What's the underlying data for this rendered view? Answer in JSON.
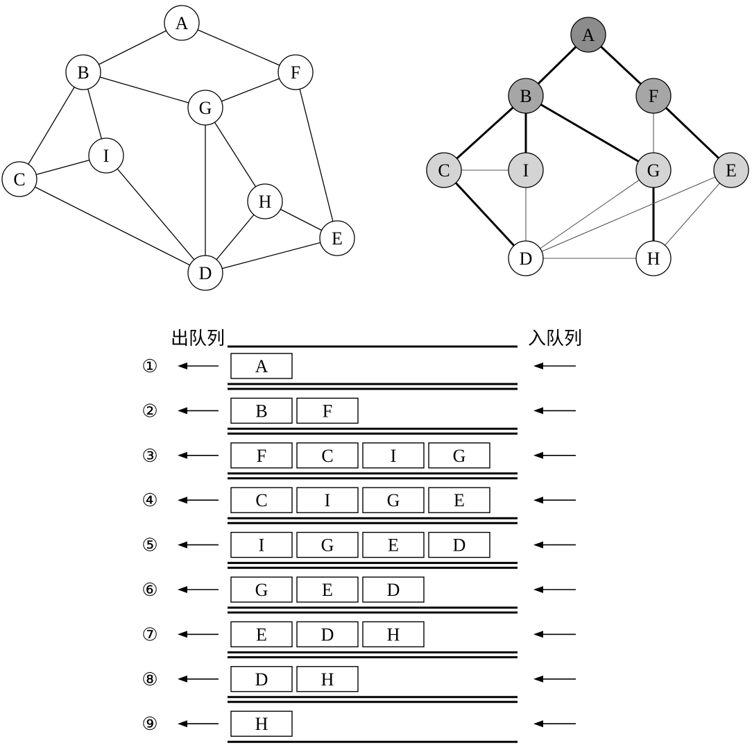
{
  "left_graph": {
    "nodes": [
      "A",
      "B",
      "F",
      "G",
      "I",
      "C",
      "H",
      "E",
      "D"
    ],
    "edges": [
      [
        "A",
        "B"
      ],
      [
        "A",
        "F"
      ],
      [
        "B",
        "G"
      ],
      [
        "F",
        "G"
      ],
      [
        "B",
        "I"
      ],
      [
        "B",
        "C"
      ],
      [
        "C",
        "I"
      ],
      [
        "C",
        "D"
      ],
      [
        "I",
        "D"
      ],
      [
        "G",
        "D"
      ],
      [
        "G",
        "H"
      ],
      [
        "H",
        "D"
      ],
      [
        "H",
        "E"
      ],
      [
        "F",
        "E"
      ],
      [
        "D",
        "E"
      ]
    ]
  },
  "right_graph": {
    "nodes": [
      "A",
      "B",
      "F",
      "C",
      "I",
      "G",
      "E",
      "D",
      "H"
    ],
    "node_colors": {
      "A": "#8c8c8c",
      "B": "#a6a6a6",
      "F": "#a6a6a6",
      "C": "#d4d4d4",
      "I": "#d4d4d4",
      "G": "#d4d4d4",
      "E": "#d4d4d4",
      "D": "#ffffff",
      "H": "#ffffff"
    },
    "edges": [
      {
        "from": "A",
        "to": "B",
        "tree": true
      },
      {
        "from": "A",
        "to": "F",
        "tree": true
      },
      {
        "from": "B",
        "to": "C",
        "tree": true
      },
      {
        "from": "B",
        "to": "I",
        "tree": true
      },
      {
        "from": "B",
        "to": "G",
        "tree": true
      },
      {
        "from": "F",
        "to": "E",
        "tree": true
      },
      {
        "from": "F",
        "to": "G",
        "tree": false
      },
      {
        "from": "C",
        "to": "I",
        "tree": false
      },
      {
        "from": "C",
        "to": "D",
        "tree": true
      },
      {
        "from": "I",
        "to": "D",
        "tree": false
      },
      {
        "from": "G",
        "to": "H",
        "tree": true
      },
      {
        "from": "G",
        "to": "D",
        "tree": false
      },
      {
        "from": "E",
        "to": "D",
        "tree": false
      },
      {
        "from": "E",
        "to": "H",
        "tree": false
      },
      {
        "from": "D",
        "to": "H",
        "tree": false
      }
    ]
  },
  "queue": {
    "dequeue_label": "出队列",
    "enqueue_label": "入队列",
    "steps": [
      {
        "marker": "①",
        "items": [
          "A"
        ]
      },
      {
        "marker": "②",
        "items": [
          "B",
          "F"
        ]
      },
      {
        "marker": "③",
        "items": [
          "F",
          "C",
          "I",
          "G"
        ]
      },
      {
        "marker": "④",
        "items": [
          "C",
          "I",
          "G",
          "E"
        ]
      },
      {
        "marker": "⑤",
        "items": [
          "I",
          "G",
          "E",
          "D"
        ]
      },
      {
        "marker": "⑥",
        "items": [
          "G",
          "E",
          "D"
        ]
      },
      {
        "marker": "⑦",
        "items": [
          "E",
          "D",
          "H"
        ]
      },
      {
        "marker": "⑧",
        "items": [
          "D",
          "H"
        ]
      },
      {
        "marker": "⑨",
        "items": [
          "H"
        ]
      }
    ]
  }
}
